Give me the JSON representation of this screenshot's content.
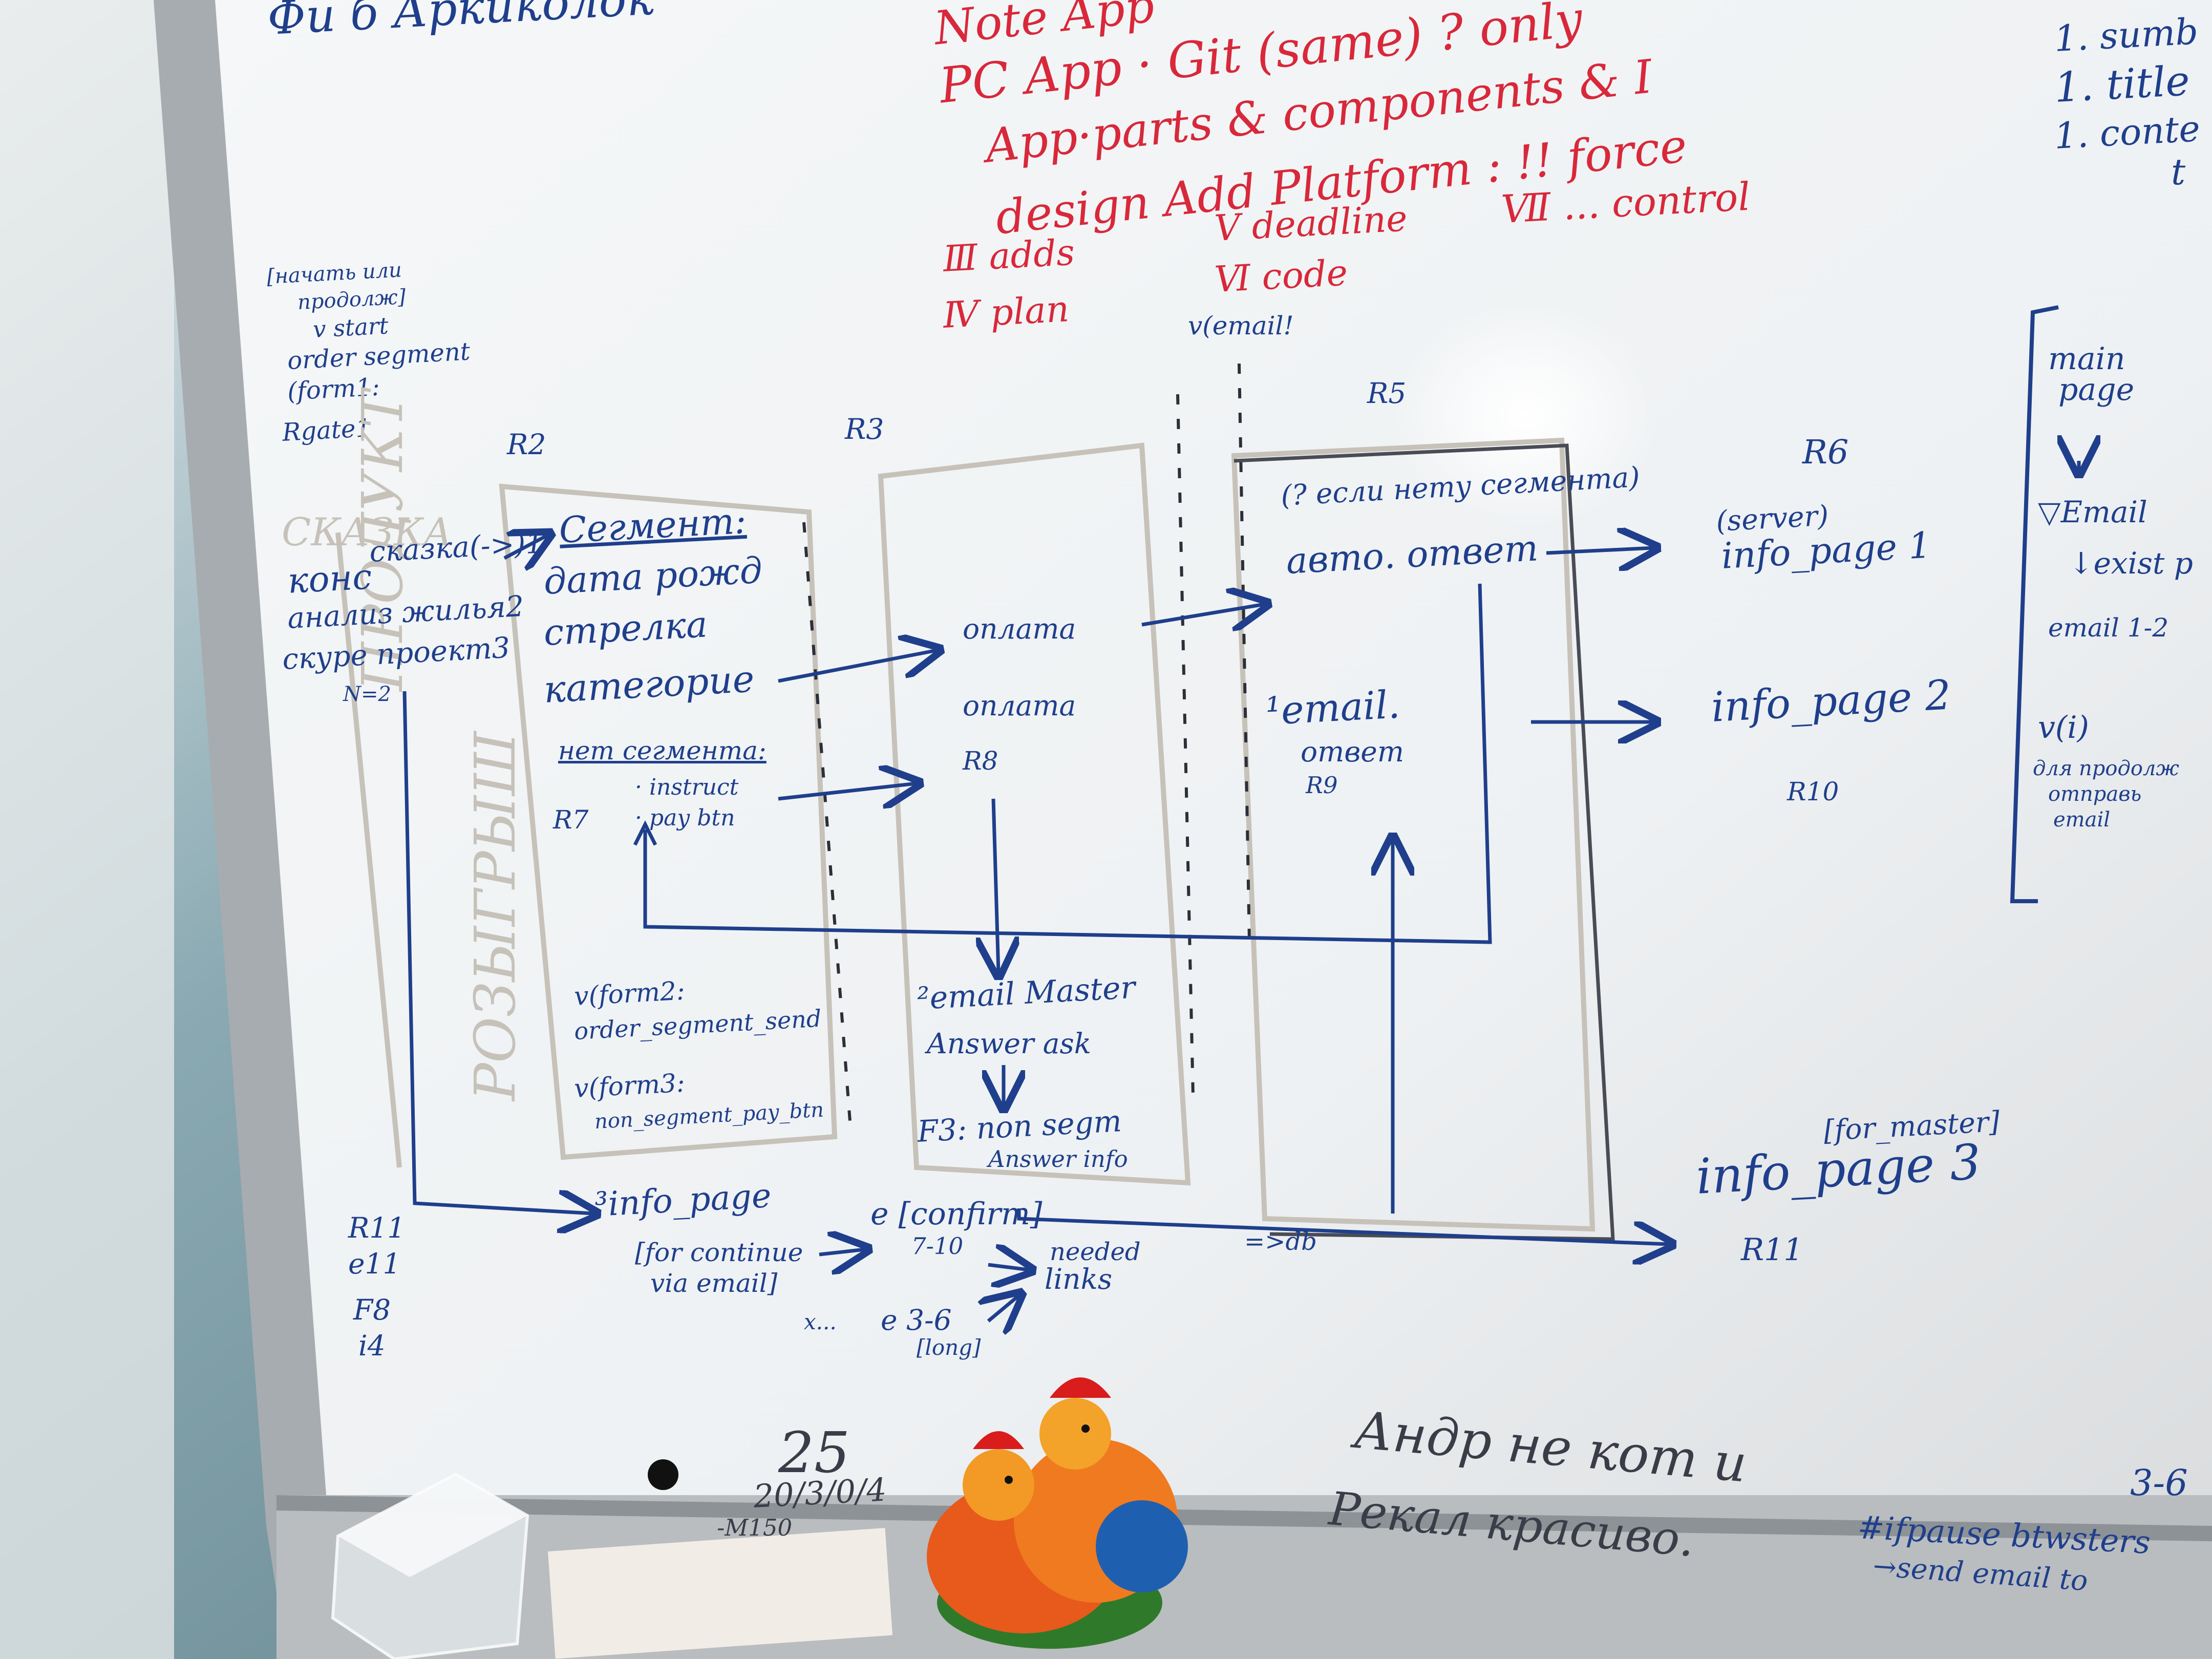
{
  "colors": {
    "wall": "#6f8f96",
    "board": "#f3f5f7",
    "frame": "#9ea3a8",
    "marker_blue": "#1f3f8c",
    "marker_red": "#d8283a",
    "ghost": "#c7c2b9"
  },
  "top": {
    "left": "Фи б Аркиколок",
    "right_list": [
      "1. sumb",
      "1. title",
      "1. conte",
      "t"
    ]
  },
  "red": {
    "lines": [
      "Note App",
      "PC App · Git (same) ? only",
      "App·parts & components & I",
      "design Add Platform : !! force"
    ],
    "items": [
      "Ⅲ adds",
      "Ⅳ plan",
      "Ⅴ deadline",
      "Ⅵ code",
      "Ⅶ ... control"
    ]
  },
  "left_note": [
    "[начать или",
    "продолж]",
    "v start",
    "order segment",
    "(form1:",
    "Rgate1"
  ],
  "stage_labels": {
    "r2": "R2",
    "r3": "R3",
    "r5": "R5",
    "r6": "R6"
  },
  "ghost": {
    "skazka": "СКАЗКА",
    "vertical1": "ПРОДУКТ",
    "vertical2": "РОЗЫГРЫШ"
  },
  "left_block": [
    "конс",
    "сказка(->)1",
    "анализ жилья2",
    "скуре проект3",
    "N=2"
  ],
  "segment": {
    "head": "Сегмент:",
    "items": [
      "дата рожд",
      "стрелка",
      "категорие"
    ]
  },
  "no_segment": {
    "head": "нет сегмента:",
    "items": [
      "· instruct",
      "· pay btn"
    ],
    "tag": "R7"
  },
  "forms": [
    "v(form2:",
    "order_segment_send",
    "v(form3:",
    "non_segment_pay_btn"
  ],
  "payment": {
    "a": "оплата",
    "b": "оплата",
    "tag": "R8"
  },
  "email_master": [
    "²email Master",
    "Answer ask"
  ],
  "f3": [
    "F3: non segm",
    "Answer info"
  ],
  "email_top": "v(email!",
  "r5_box": {
    "q": "(? если нету сегмента)",
    "auto": "авто. ответ",
    "email": "¹email.",
    "reply": "ответ",
    "tag": "R9"
  },
  "r6_pages": {
    "server": "(server)",
    "p1": "info_page 1",
    "p2": "info_page 2",
    "tag": "R10"
  },
  "right_flow": [
    "main",
    "page",
    "▽Email",
    "↓exist p",
    "email 1-2",
    "v(i)",
    "для продолж",
    "отправь",
    "email"
  ],
  "bottom_info": [
    "³info_page",
    "[for continue",
    "via email]"
  ],
  "confirm": [
    "e [confirm]",
    "7-10",
    "needed",
    "links",
    "e 3-6",
    "[long]",
    "x..."
  ],
  "db": "=>db",
  "info3": {
    "for_master": "[for_master]",
    "page": "info_page 3",
    "tag": "R11"
  },
  "bottom_left": [
    "R11",
    "e11",
    "F8",
    "i4"
  ],
  "date": {
    "big": "25",
    "line": "20/3/0/4",
    "sub": "-M150"
  },
  "bottom_right": [
    "Андр не кот и",
    "Рекал красиво.",
    "3-6",
    "#ifpause btwsters",
    "→send email to"
  ]
}
